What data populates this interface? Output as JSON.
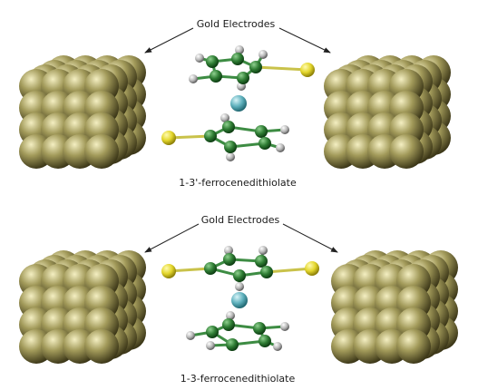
{
  "panels": [
    {
      "electrode_label": "Gold Electrodes",
      "molecule_label": "1-3'-ferrocenedithiolate"
    },
    {
      "electrode_label": "Gold Electrodes",
      "molecule_label": "1-3-ferrocenedithiolate"
    }
  ],
  "colors": {
    "gold_light": "#f4efc2",
    "gold_mid": "#a29a5a",
    "gold_dark": "#3c3718",
    "carbon_light": "#8fd08f",
    "carbon": "#2f7d34",
    "carbon_dark": "#0d3d12",
    "sulfur_light": "#fffbb0",
    "sulfur": "#e3d62c",
    "sulfur_dark": "#8c7f08",
    "hydrogen_light": "#ffffff",
    "hydrogen": "#b4b4b4",
    "hydrogen_dark": "#5a5a5a",
    "iron_light": "#d8f4f8",
    "iron": "#5fb1bd",
    "iron_dark": "#216872",
    "bond_c": "#3d8c43",
    "bond_s": "#c9c24a"
  }
}
